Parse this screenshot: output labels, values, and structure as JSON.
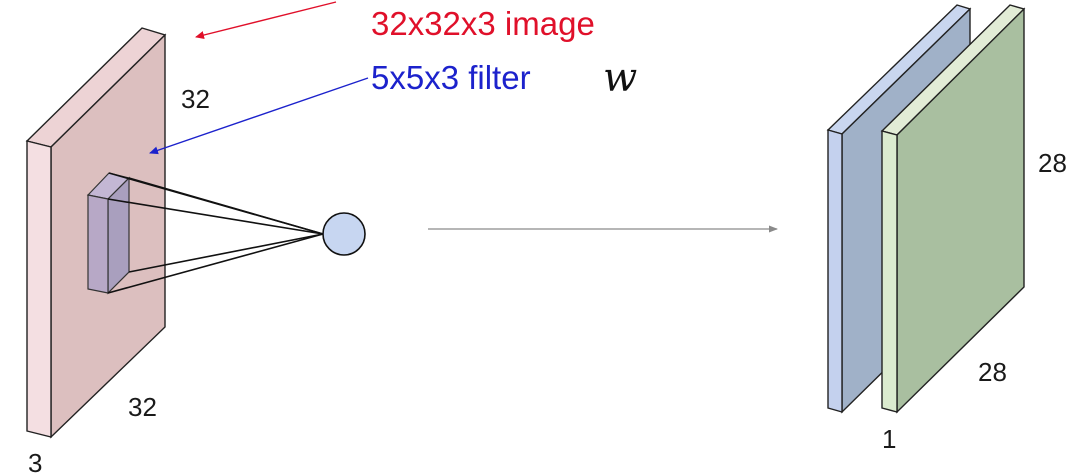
{
  "annotations": {
    "image_label": "32x32x3 image",
    "filter_label_prefix": "5x5x3 filter",
    "filter_symbol": "w",
    "image_color": "#e0102a",
    "filter_color": "#1c22cc"
  },
  "input_volume": {
    "height_label": "32",
    "width_label": "32",
    "depth_label": "3",
    "face_color": "#dcbfbf",
    "front_color": "#f4dfe2"
  },
  "neuron": {
    "color": "#c7d6f1"
  },
  "activation_maps": {
    "height_label": "28",
    "width_label": "28",
    "count_label": "1",
    "map1_color": "#a0b1c8",
    "map2_color": "#a9bfa0"
  }
}
